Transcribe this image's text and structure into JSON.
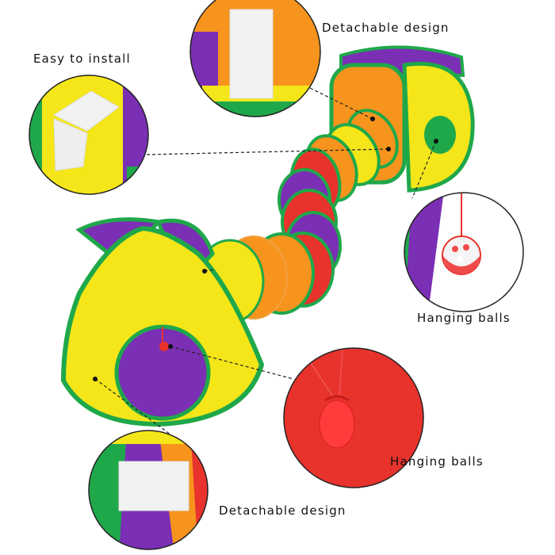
{
  "callouts": {
    "detachable_top": "Detachable design",
    "easy_install": "Easy to install",
    "hanging_balls_top": "Hanging balls",
    "hanging_balls_bottom": "Hanging balls",
    "detachable_bottom": "Detachable design"
  },
  "colors": {
    "yellow": "#f4e619",
    "green": "#1fa84a",
    "purple": "#7a2fb5",
    "orange": "#f7941d",
    "red": "#e8322c",
    "ball_red": "#ef4a4a"
  }
}
